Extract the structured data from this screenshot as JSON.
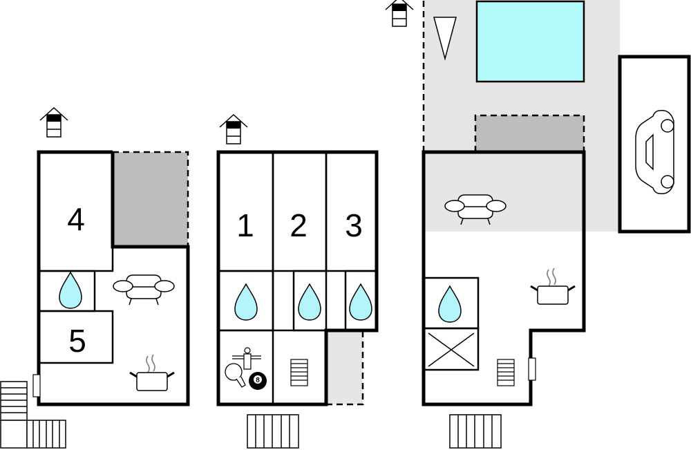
{
  "rooms": {
    "bedroom_1": "1",
    "bedroom_2": "2",
    "bedroom_3": "3",
    "bedroom_4": "4",
    "bedroom_5": "5"
  },
  "billiard_ball_number": "8",
  "colors": {
    "pool": "#b3f8fb",
    "terrace": "#e6e6e6",
    "covered": "#bdbdbd",
    "water": "#b3f5fb"
  }
}
